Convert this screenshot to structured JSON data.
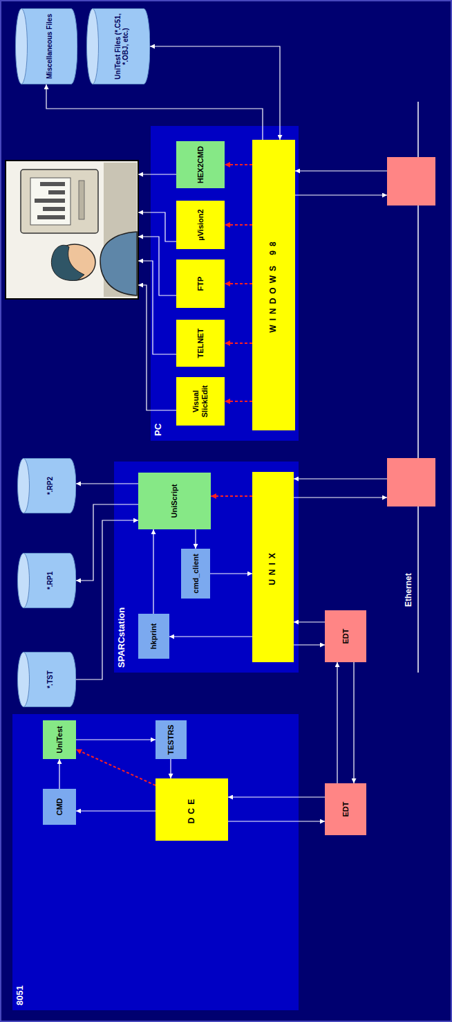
{
  "diagram": {
    "nodes": [
      {
        "text": [
          "8051"
        ]
      },
      {
        "text": [
          "CMD"
        ],
        "in": 0
      },
      {
        "text": [
          "UniTest"
        ],
        "in": 0
      },
      {
        "text": [
          "TESTRS"
        ],
        "in": 0
      },
      {
        "text": [
          "DCE"
        ],
        "in": 0
      },
      {
        "text": [
          "EDT"
        ]
      },
      {
        "text": [
          "*.TST"
        ]
      },
      {
        "text": [
          "*.RP1"
        ]
      },
      {
        "text": [
          "*.RP2"
        ]
      },
      {
        "text": [
          "SPARCstation"
        ]
      },
      {
        "text": [
          "hkprint"
        ],
        "in": 9
      },
      {
        "text": [
          "cmd_client"
        ],
        "in": 9
      },
      {
        "text": [
          "UniScript"
        ],
        "in": 9
      },
      {
        "text": [
          "UNIX"
        ],
        "in": 9
      },
      {
        "text": [
          "EDT"
        ]
      },
      {
        "text": [
          "PC"
        ]
      },
      {
        "text": [
          "Visual SlickEdit"
        ],
        "in": 15
      },
      {
        "text": [
          "TELNET"
        ],
        "in": 15
      },
      {
        "text": [
          "FTP"
        ],
        "in": 15
      },
      {
        "text": [
          "µVision2"
        ],
        "in": 15
      },
      {
        "text": [
          "HEX2CMD"
        ],
        "in": 15
      },
      {
        "text": [
          "WINDOWS 98"
        ],
        "in": 15
      },
      {
        "text": [
          "Miscellaneous Files"
        ]
      },
      {
        "text": [
          "UniTest Files (*.C51, *.OBJ, etc.)"
        ]
      }
    ],
    "edges": [
      {
        "from": 1,
        "to": 2,
        "arrow": "to"
      },
      {
        "from": 2,
        "to": 3,
        "arrow": "to"
      },
      {
        "from": 3,
        "to": 4,
        "arrow": "to"
      },
      {
        "from": 4,
        "to": 1,
        "arrow": "to"
      },
      {
        "from": 4,
        "to": 2,
        "arrow": "to"
      },
      {
        "from": 4,
        "to": 5,
        "arrow": "to"
      },
      {
        "from": 5,
        "to": 4,
        "arrow": "to"
      },
      {
        "from": 5,
        "to": 14,
        "arrow": "to"
      },
      {
        "from": 14,
        "to": 5,
        "arrow": "to"
      },
      {
        "from": 14,
        "to": 13,
        "arrow": "to"
      },
      {
        "from": 13,
        "to": 14,
        "arrow": "to"
      },
      {
        "from": 13,
        "to": 10,
        "arrow": "to"
      },
      {
        "from": 10,
        "to": 12,
        "arrow": "to"
      },
      {
        "from": 12,
        "to": 11,
        "arrow": "to"
      },
      {
        "from": 11,
        "to": 13,
        "arrow": "to"
      },
      {
        "from": 13,
        "to": 12,
        "arrow": "to"
      },
      {
        "from": 6,
        "to": 12,
        "arrow": "to"
      },
      {
        "from": 12,
        "to": 7,
        "arrow": "to"
      },
      {
        "from": 12,
        "to": 8,
        "arrow": "to"
      },
      {
        "from": 21,
        "to": 16,
        "arrow": "to"
      },
      {
        "from": 21,
        "to": 17,
        "arrow": "to"
      },
      {
        "from": 21,
        "to": 18,
        "arrow": "to"
      },
      {
        "from": 21,
        "to": 19,
        "arrow": "to"
      },
      {
        "from": 21,
        "to": 20,
        "arrow": "to"
      },
      {
        "from": 21,
        "to": 22,
        "arrow": "to"
      },
      {
        "from": 21,
        "to": 23,
        "arrow": "both"
      }
    ],
    "labels": [
      "Ethernet"
    ]
  }
}
